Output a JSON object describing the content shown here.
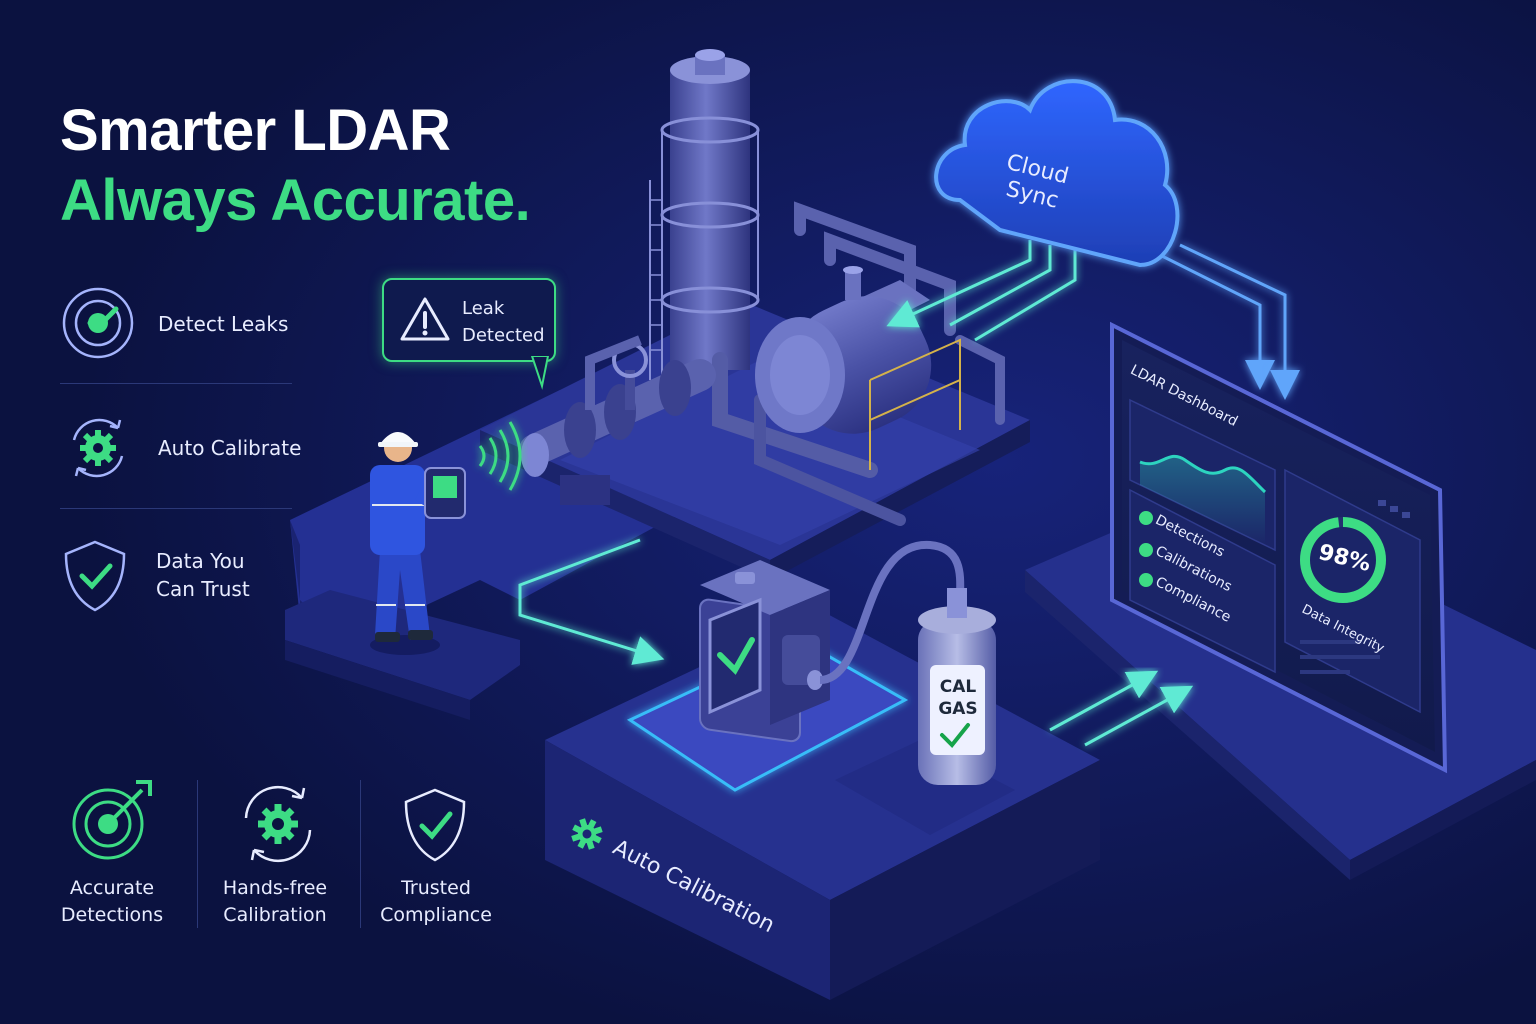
{
  "headline": {
    "line1": "Smarter LDAR",
    "line2": "Always Accurate."
  },
  "features": [
    {
      "label": "Detect Leaks",
      "icon": "target-check-icon"
    },
    {
      "label": "Auto Calibrate",
      "icon": "gear-cycle-icon"
    },
    {
      "label_line1": "Data You",
      "label_line2": "Can Trust",
      "icon": "shield-check-icon"
    }
  ],
  "bottom_badges": [
    {
      "line1": "Accurate",
      "line2": "Detections",
      "icon": "target-arrow-icon"
    },
    {
      "line1": "Hands-free",
      "line2": "Calibration",
      "icon": "gear-cycle-icon"
    },
    {
      "line1": "Trusted",
      "line2": "Compliance",
      "icon": "shield-check-icon"
    }
  ],
  "callout": {
    "line1": "Leak",
    "line2": "Detected",
    "icon": "warning-icon"
  },
  "cloud": {
    "line1": "Cloud",
    "line2": "Sync"
  },
  "calibration": {
    "gas_line1": "CAL",
    "gas_line2": "GAS",
    "platform_label": "Auto Calibration"
  },
  "dashboard": {
    "title": "LDAR Dashboard",
    "checklist": [
      "Detections",
      "Calibrations",
      "Compliance"
    ],
    "gauge_value": "98%",
    "gauge_fraction": 0.98,
    "gauge_label": "Data Integrity"
  },
  "colors": {
    "background": "#0b1240",
    "accent_green": "#3ddc84",
    "accent_blue": "#3b82f6",
    "platform": "#1f2a78"
  }
}
